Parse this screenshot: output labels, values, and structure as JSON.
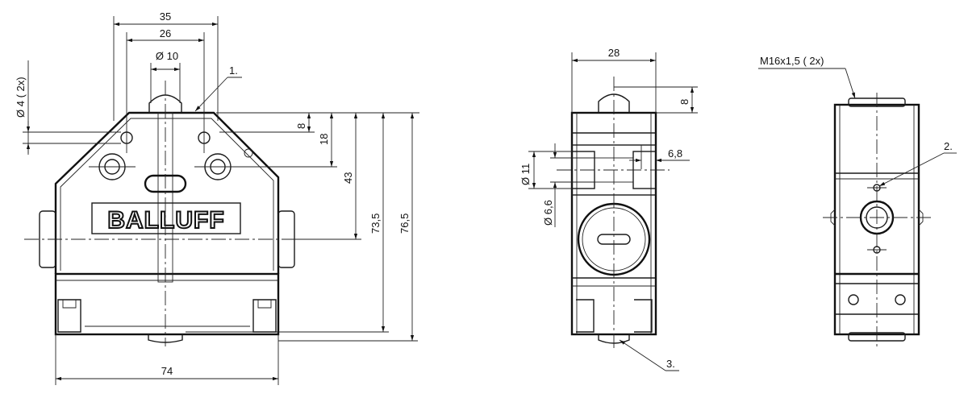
{
  "front_view": {
    "brand": "BALLUFF",
    "dims": {
      "width_35": "35",
      "width_26": "26",
      "dia_10": "Ø 10",
      "hole_dia": "Ø 4 ( 2x)",
      "h_8": "8",
      "h_18": "18",
      "h_43": "43",
      "h_73_5": "73,5",
      "h_76_5": "76,5",
      "width_74": "74"
    },
    "callout_1": "1."
  },
  "side_view": {
    "dims": {
      "width_28": "28",
      "h_8": "8",
      "dia_11": "Ø 11",
      "dia_6_6": "Ø 6,6",
      "d_6_8": "6,8"
    },
    "callout_3": "3."
  },
  "back_view": {
    "thread": "M16x1,5 ( 2x)",
    "callout_2": "2."
  }
}
